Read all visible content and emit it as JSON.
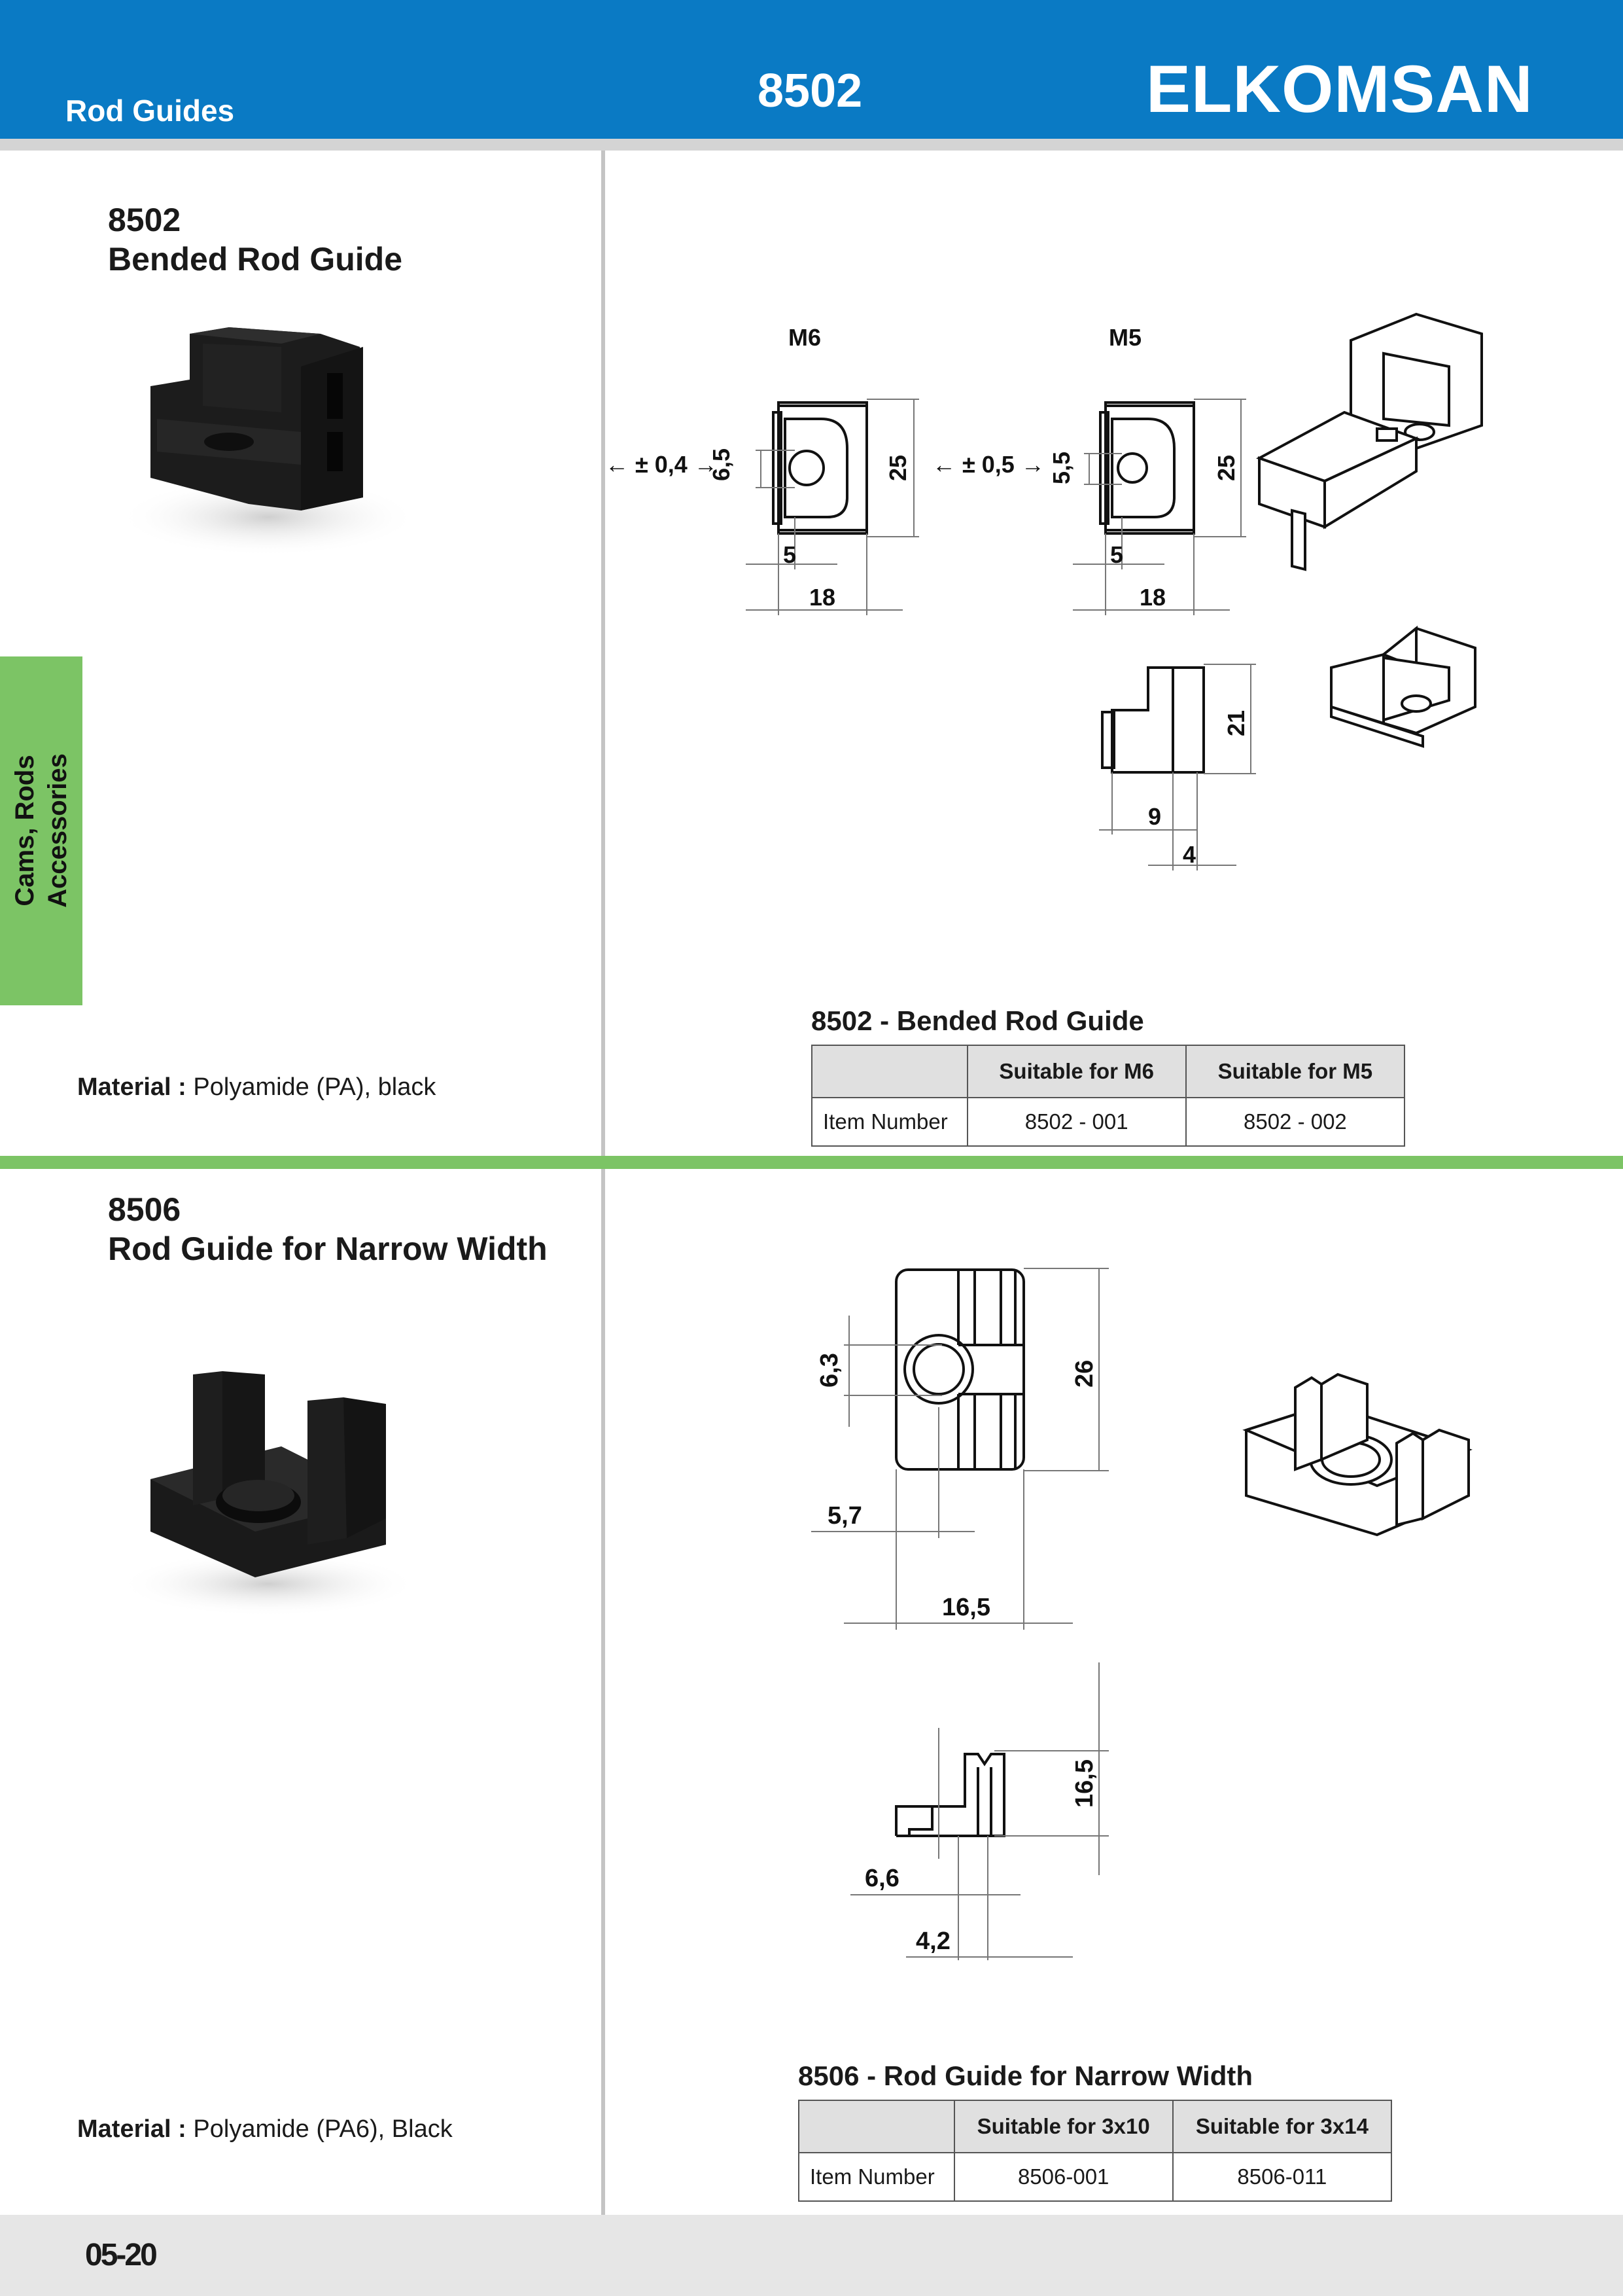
{
  "header": {
    "section_title": "Rod Guides",
    "page_code": "8502",
    "brand": "ELKOMSAN",
    "color": "#0a7ac4"
  },
  "side_tab": {
    "line1": "Cams, Rods",
    "line2": "Accessories",
    "color": "#7cc465"
  },
  "products": [
    {
      "code": "8502",
      "name": "Bended Rod Guide",
      "material_label": "Material :",
      "material_value": "Polyamide (PA), black",
      "drawing": {
        "view1_label": "M6",
        "view1_tol": "← ± 0,4 →",
        "view1_dim_h": "6,5",
        "view1_dim_total": "25",
        "view1_dim_small": "5",
        "view1_dim_width": "18",
        "view2_label": "M5",
        "view2_tol": "← ± 0,5 →",
        "view2_dim_h": "5,5",
        "view2_dim_total": "25",
        "view2_dim_small": "5",
        "view2_dim_width": "18",
        "side_dim_h": "21",
        "side_dim_w": "9",
        "side_dim_small": "4"
      },
      "table": {
        "title": "8502 - Bended Rod Guide",
        "headers": [
          "",
          "Suitable for M6",
          "Suitable for M5"
        ],
        "row_label": "Item Number",
        "values": [
          "8502 - 001",
          "8502 - 002"
        ]
      }
    },
    {
      "code": "8506",
      "name": "Rod Guide for Narrow Width",
      "material_label": "Material :",
      "material_value": "Polyamide (PA6), Black",
      "drawing": {
        "dim_hole": "6,3",
        "dim_height": "26",
        "dim_offset": "5,7",
        "dim_width": "16,5",
        "side_dim_height": "16,5",
        "side_dim_a": "6,6",
        "side_dim_b": "4,2"
      },
      "table": {
        "title": "8506 - Rod Guide for Narrow Width",
        "headers": [
          "",
          "Suitable for  3x10",
          "Suitable for 3x14"
        ],
        "row_label": "Item Number",
        "values": [
          "8506-001",
          "8506-011"
        ]
      }
    }
  ],
  "footer": {
    "page_number": "05-20"
  }
}
